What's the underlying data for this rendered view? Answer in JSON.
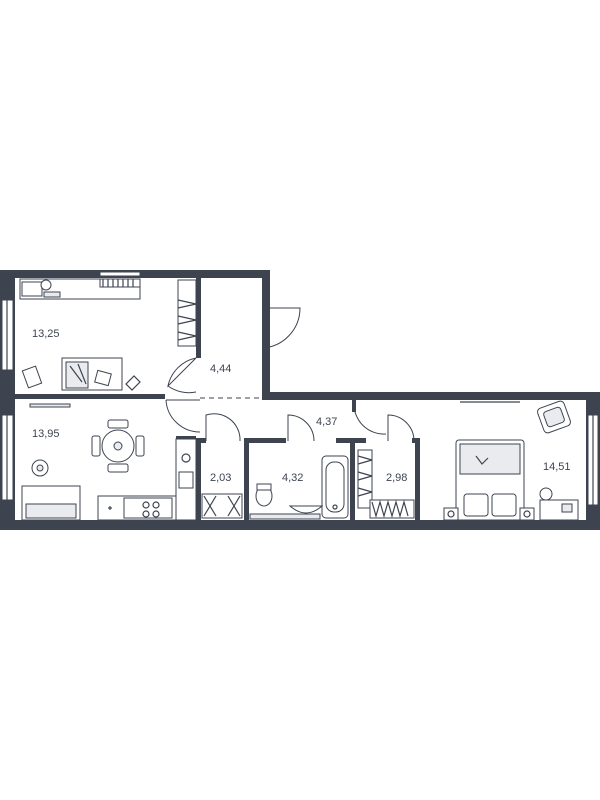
{
  "rooms": {
    "kitchen_room": {
      "area": "13,25"
    },
    "hallway": {
      "area": "4,44"
    },
    "living_room": {
      "area": "13,95"
    },
    "corridor": {
      "area": "4,37"
    },
    "storage": {
      "area": "2,03"
    },
    "bathroom": {
      "area": "4,32"
    },
    "wardrobe": {
      "area": "2,98"
    },
    "bedroom": {
      "area": "14,51"
    }
  },
  "colors": {
    "wall": "#3d4450",
    "background": "#ffffff"
  }
}
